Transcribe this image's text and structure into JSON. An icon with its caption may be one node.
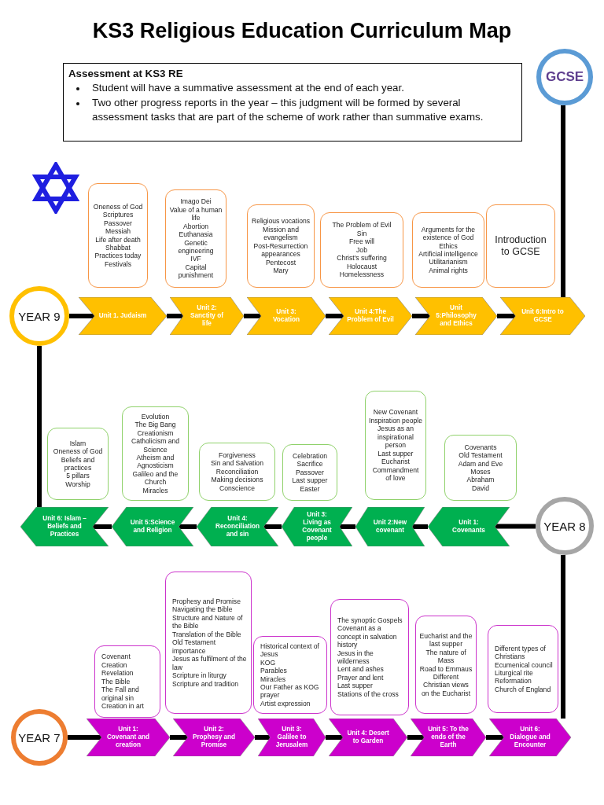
{
  "diagram": {
    "title": "KS3 Religious Education Curriculum Map",
    "nodes": [
      {
        "text": [
          "Assessment at KS3 RE",
          "Student will have a summative assessment at the end of each year.",
          "Two other progress reports in the year – this judgment will be formed by several assessment tasks that are part of the scheme of work rather than summative exams."
        ]
      },
      {
        "text": [
          "GCSE"
        ]
      },
      {
        "text": [
          "Oneness of God",
          "Scriptures",
          "Passover",
          "Messiah",
          "Life after death",
          "Shabbat",
          "Practices today",
          "Festivals"
        ]
      },
      {
        "text": [
          "Imago Dei",
          "Value of a human life",
          "Abortion",
          "Euthanasia",
          "Genetic engineering",
          "IVF",
          "Capital punishment"
        ]
      },
      {
        "text": [
          "Religious vocations",
          "Mission and evangelism",
          "Post-Resurrection appearances",
          "Pentecost",
          "Mary"
        ]
      },
      {
        "text": [
          "The Problem of Evil",
          "Sin",
          "Free will",
          "Job",
          "Christ's suffering",
          "Holocaust",
          "Homelessness"
        ]
      },
      {
        "text": [
          "Arguments for the existence of God",
          "Ethics",
          "Artificial intelligence",
          "Utilitarianism",
          "Animal rights"
        ]
      },
      {
        "text": [
          "Introduction to GCSE"
        ]
      },
      {
        "text": [
          "YEAR 9"
        ]
      },
      {
        "text": [
          "Unit 1. Judaism"
        ]
      },
      {
        "text": [
          "Unit 2: Sanctity of life"
        ]
      },
      {
        "text": [
          "Unit 3: Vocation"
        ]
      },
      {
        "text": [
          "Unit 4:The Problem of Evil"
        ]
      },
      {
        "text": [
          "Unit 5:Philosophy and Ethics"
        ]
      },
      {
        "text": [
          "Unit 6:Intro to GCSE"
        ]
      },
      {
        "text": [
          "Islam",
          "Oneness of God",
          "Beliefs and practices",
          "5 pillars",
          "Worship"
        ]
      },
      {
        "text": [
          "Evolution",
          "The Big Bang",
          "Creationism",
          "Catholicism and Science",
          "Atheism and Agnosticism",
          "Galileo and the Church",
          "Miracles"
        ]
      },
      {
        "text": [
          "Forgiveness",
          "Sin and Salvation",
          "Reconciliation",
          "Making decisions",
          "Conscience"
        ]
      },
      {
        "text": [
          "Celebration",
          "Sacrifice",
          "Passover",
          "Last supper",
          "Easter"
        ]
      },
      {
        "text": [
          "New Covenant",
          "Inspiration people",
          "Jesus as an inspirational person",
          "Last supper",
          "Eucharist",
          "Commandment of love"
        ]
      },
      {
        "text": [
          "Covenants",
          "Old Testament",
          "Adam and Eve",
          "Moses",
          "Abraham",
          "David"
        ]
      },
      {
        "text": [
          "Unit 6: Islam – Beliefs and Practices"
        ]
      },
      {
        "text": [
          "Unit 5:Science and Religion"
        ]
      },
      {
        "text": [
          "Unit 4: Reconciliation and sin"
        ]
      },
      {
        "text": [
          "Unit 3: Living as Covenant people"
        ]
      },
      {
        "text": [
          "Unit 2:New covenant"
        ]
      },
      {
        "text": [
          "Unit 1: Covenants"
        ]
      },
      {
        "text": [
          "YEAR 8"
        ]
      },
      {
        "text": [
          "Covenant",
          "Creation",
          "Revelation",
          "The Bible",
          "The Fall and original sin",
          "Creation in art"
        ]
      },
      {
        "text": [
          "Prophesy and Promise",
          "Navigating the Bible",
          "Structure and Nature of the Bible",
          "Translation of the Bible",
          "Old Testament importance",
          "Jesus as fulfilment of the law",
          "Scripture in liturgy",
          "Scripture and tradition"
        ]
      },
      {
        "text": [
          "Historical context of Jesus",
          "KOG",
          "Parables",
          "Miracles",
          "Our Father as KOG prayer",
          "Artist expression"
        ]
      },
      {
        "text": [
          "The synoptic Gospels",
          "Covenant as a concept in salvation history",
          "Jesus in the wilderness",
          "Lent and ashes",
          "Prayer and lent",
          "Last supper",
          "Stations of the cross"
        ]
      },
      {
        "text": [
          "Eucharist and the last supper",
          "The nature of Mass",
          "Road to Emmaus",
          "Different Christian views on the Eucharist"
        ]
      },
      {
        "text": [
          "Different types of Christians",
          "Ecumenical council",
          "Liturgical rite",
          "Reformation",
          "Church of England"
        ]
      },
      {
        "text": [
          "YEAR 7"
        ]
      },
      {
        "text": [
          "Unit 1: Covenant and creation"
        ]
      },
      {
        "text": [
          "Unit 2: Prophesy and Promise"
        ]
      },
      {
        "text": [
          "Unit 3: Galilee to Jerusalem"
        ]
      },
      {
        "text": [
          "Unit 4: Desert to Garden"
        ]
      },
      {
        "text": [
          "Unit 5: To the ends of the Earth"
        ]
      },
      {
        "text": [
          "Unit 6: Dialogue and Encounter"
        ]
      }
    ],
    "edges": [
      {
        "from": 34,
        "to": 35,
        "arrow": "none"
      },
      {
        "from": 35,
        "to": 36,
        "arrow": "none"
      },
      {
        "from": 36,
        "to": 37,
        "arrow": "none"
      },
      {
        "from": 37,
        "to": 38,
        "arrow": "none"
      },
      {
        "from": 38,
        "to": 39,
        "arrow": "none"
      },
      {
        "from": 39,
        "to": 40,
        "arrow": "none"
      },
      {
        "from": 40,
        "to": 27,
        "arrow": "none"
      },
      {
        "from": 27,
        "to": 26,
        "arrow": "none"
      },
      {
        "from": 26,
        "to": 25,
        "arrow": "none"
      },
      {
        "from": 25,
        "to": 24,
        "arrow": "none"
      },
      {
        "from": 24,
        "to": 23,
        "arrow": "none"
      },
      {
        "from": 23,
        "to": 22,
        "arrow": "none"
      },
      {
        "from": 22,
        "to": 21,
        "arrow": "none"
      },
      {
        "from": 21,
        "to": 8,
        "arrow": "none"
      },
      {
        "from": 8,
        "to": 9,
        "arrow": "none"
      },
      {
        "from": 9,
        "to": 10,
        "arrow": "none"
      },
      {
        "from": 10,
        "to": 11,
        "arrow": "none"
      },
      {
        "from": 11,
        "to": 12,
        "arrow": "none"
      },
      {
        "from": 12,
        "to": 13,
        "arrow": "none"
      },
      {
        "from": 13,
        "to": 14,
        "arrow": "none"
      },
      {
        "from": 14,
        "to": 1,
        "arrow": "none"
      }
    ]
  }
}
